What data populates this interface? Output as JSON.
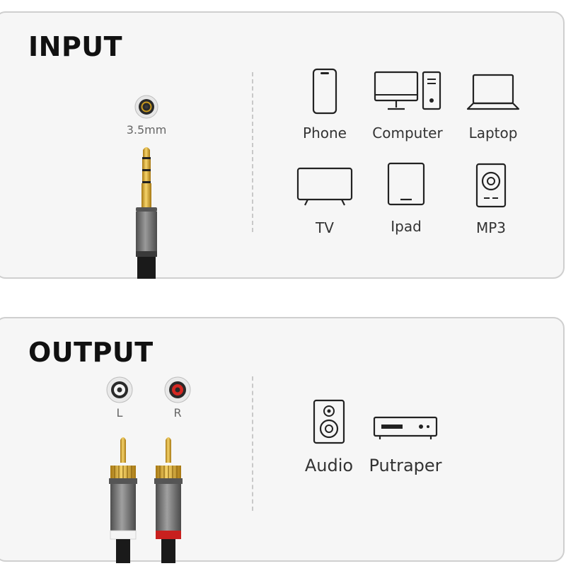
{
  "input": {
    "heading": "INPUT",
    "jack_label": "3.5mm",
    "devices": [
      {
        "label": "Phone",
        "icon": "phone-icon"
      },
      {
        "label": "Computer",
        "icon": "computer-icon"
      },
      {
        "label": "Laptop",
        "icon": "laptop-icon"
      },
      {
        "label": "TV",
        "icon": "tv-icon"
      },
      {
        "label": "Ipad",
        "icon": "tablet-icon"
      },
      {
        "label": "MP3",
        "icon": "mp3-player-icon"
      }
    ]
  },
  "output": {
    "heading": "OUTPUT",
    "left_label": "L",
    "right_label": "R",
    "devices": [
      {
        "label": "Audio",
        "icon": "speaker-icon"
      },
      {
        "label": "Putraper",
        "icon": "amplifier-icon"
      }
    ]
  },
  "colors": {
    "gold": "#d9a520",
    "red_channel": "#c8201e",
    "white_channel": "#f2f2f2",
    "metal": "#6e6e6e"
  }
}
